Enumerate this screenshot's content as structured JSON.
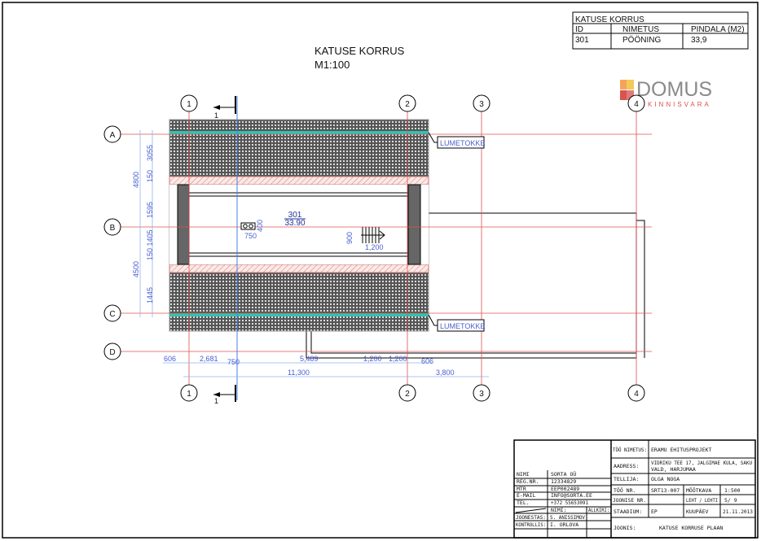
{
  "title": {
    "line1": "KATUSE KORRUS",
    "line2": "M1:100"
  },
  "room_table": {
    "title": "KATUSE KORRUS",
    "headers": [
      "ID",
      "NIMETUS",
      "PINDALA (M2)"
    ],
    "row": [
      "301",
      "PÖÖNING",
      "33,9"
    ]
  },
  "logo": {
    "name": "DOMUS",
    "sub": "KINNISVARA",
    "colors": [
      "#f5a35a",
      "#f4c85a",
      "#d9534f",
      "#e07a7a"
    ]
  },
  "grid": {
    "cols": [
      "1",
      "2",
      "3",
      "4"
    ],
    "rows": [
      "A",
      "B",
      "C",
      "D"
    ]
  },
  "section_mark": "1",
  "room": {
    "id": "301",
    "area": "33.90"
  },
  "labels": {
    "snow_guard": "LUMETOKKE"
  },
  "dims": {
    "bottom1": [
      "606",
      "2,681",
      "750",
      "5,489",
      "1,200",
      "1,200",
      "606"
    ],
    "bottom2": [
      "11,300",
      "3,800"
    ],
    "left_outer": [
      "4800",
      "4500"
    ],
    "left_inner": [
      "3055",
      "150",
      "1595",
      "150 1405",
      "1445"
    ],
    "vent": [
      "750",
      "400"
    ],
    "hatch": [
      "900",
      "1,200"
    ]
  },
  "title_block": {
    "company": [
      [
        "NIMI",
        "SORTA OÜ"
      ],
      [
        "REG.NR.",
        "12334829"
      ],
      [
        "MTR",
        "EEP002489"
      ],
      [
        "E-MAIL",
        "INFO@SORTA.EE"
      ],
      [
        "TEL.",
        "+372 55653091"
      ]
    ],
    "sign_headers": [
      "NIMI:",
      "ALLKIRI:"
    ],
    "signers": [
      [
        "JOONESTAS:",
        "S. ANISSIMOV"
      ],
      [
        "KONTROLLIS:",
        "I. ORLOVA"
      ]
    ],
    "project_name_label": "TÖÖ NIMETUS:",
    "project_name": "ERAMU EHITUSPROJEKT",
    "address_label": "AADRESS:",
    "address1": "VIDRIKU TEE 17, JALGIMAE KULA, SAKU",
    "address2": "VALD, HARJUMAA",
    "client_label": "TELLIJA:",
    "client": "OLGA NOGA",
    "work_no_label": "TÖÖ NR.",
    "work_no": "SRT13-007",
    "scale_label": "MÕÕTKAVA",
    "scale": "1:500",
    "drawing_no_label": "JOONISE NR.",
    "sheet_label": "LEHT / LEHTI",
    "sheet": "5/ 9",
    "stage_label": "STAADIUM:",
    "stage": "EP",
    "date_label": "KUUPÄEV",
    "date": "21.11.2013",
    "drawing_label": "JOONIS:",
    "drawing": "KATUSE KORRUSE PLAAN"
  }
}
